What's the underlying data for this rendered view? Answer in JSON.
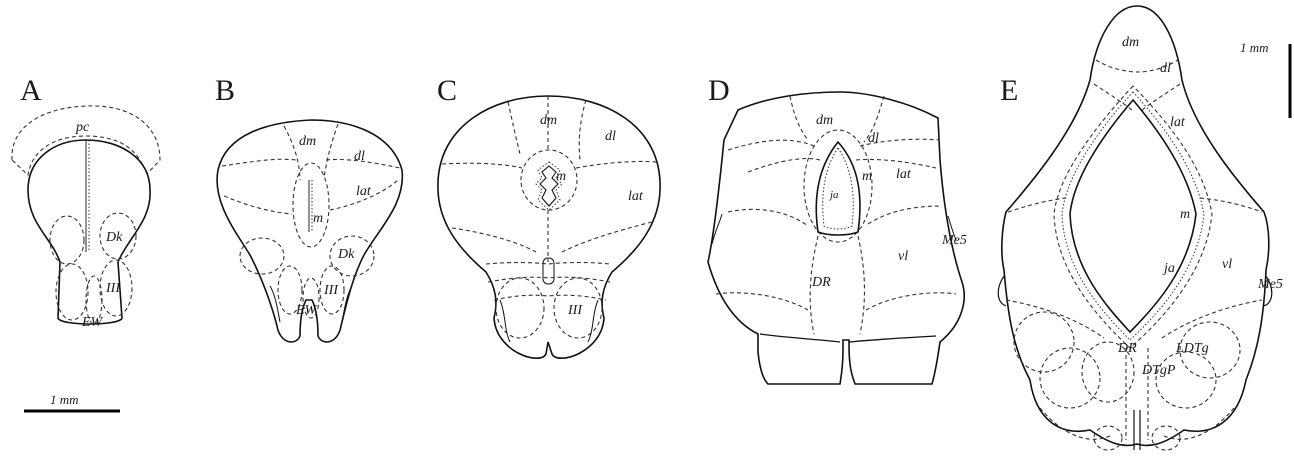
{
  "panels": {
    "a": {
      "letter": "A",
      "pc": "pc",
      "dk": "Dk",
      "iii": "III",
      "ew": "EW"
    },
    "b": {
      "letter": "B",
      "dm": "dm",
      "dl": "dl",
      "m": "m",
      "lat": "lat",
      "dk": "Dk",
      "iii": "III",
      "ew": "EW"
    },
    "c": {
      "letter": "C",
      "dm": "dm",
      "dl": "dl",
      "m": "m",
      "lat": "lat",
      "iii": "III"
    },
    "d": {
      "letter": "D",
      "dm": "dm",
      "dl": "dl",
      "ja": "ja",
      "m": "m",
      "lat": "lat",
      "vl": "vl",
      "me5": "Me5",
      "dr": "DR"
    },
    "e": {
      "letter": "E",
      "dm": "dm",
      "dl": "dl",
      "lat": "lat",
      "m": "m",
      "ja": "ja",
      "vl": "vl",
      "me5": "Me5",
      "dr": "DR",
      "ldtg": "LDTg",
      "dtgp": "DTgP"
    }
  },
  "scale_bars": {
    "bottom_left": "1 mm",
    "top_right": "1 mm"
  }
}
